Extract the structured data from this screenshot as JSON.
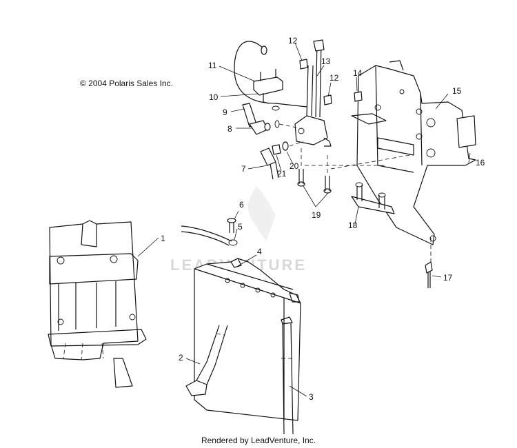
{
  "copyright": "© 2004 Polaris Sales Inc.",
  "footer": "Rendered by LeadVenture, Inc.",
  "watermark": "LEADVENTURE",
  "callouts": [
    "1",
    "2",
    "3",
    "4",
    "5",
    "6",
    "7",
    "8",
    "9",
    "10",
    "11",
    "12",
    "12",
    "13",
    "14",
    "15",
    "16",
    "17",
    "18",
    "19",
    "20",
    "21"
  ]
}
